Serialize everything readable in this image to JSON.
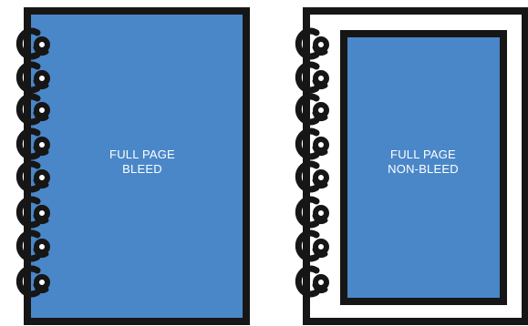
{
  "colors": {
    "page_fill": "#4a87c8",
    "outline": "#161616",
    "paper": "#ffffff"
  },
  "notebooks": [
    {
      "id": "full-page-bleed",
      "label_lines": [
        "FULL PAGE",
        "BLEED"
      ],
      "icon": "spiral-binding-icon"
    },
    {
      "id": "full-page-non-bleed",
      "label_lines": [
        "FULL PAGE",
        "NON-BLEED"
      ],
      "icon": "spiral-binding-icon"
    }
  ]
}
